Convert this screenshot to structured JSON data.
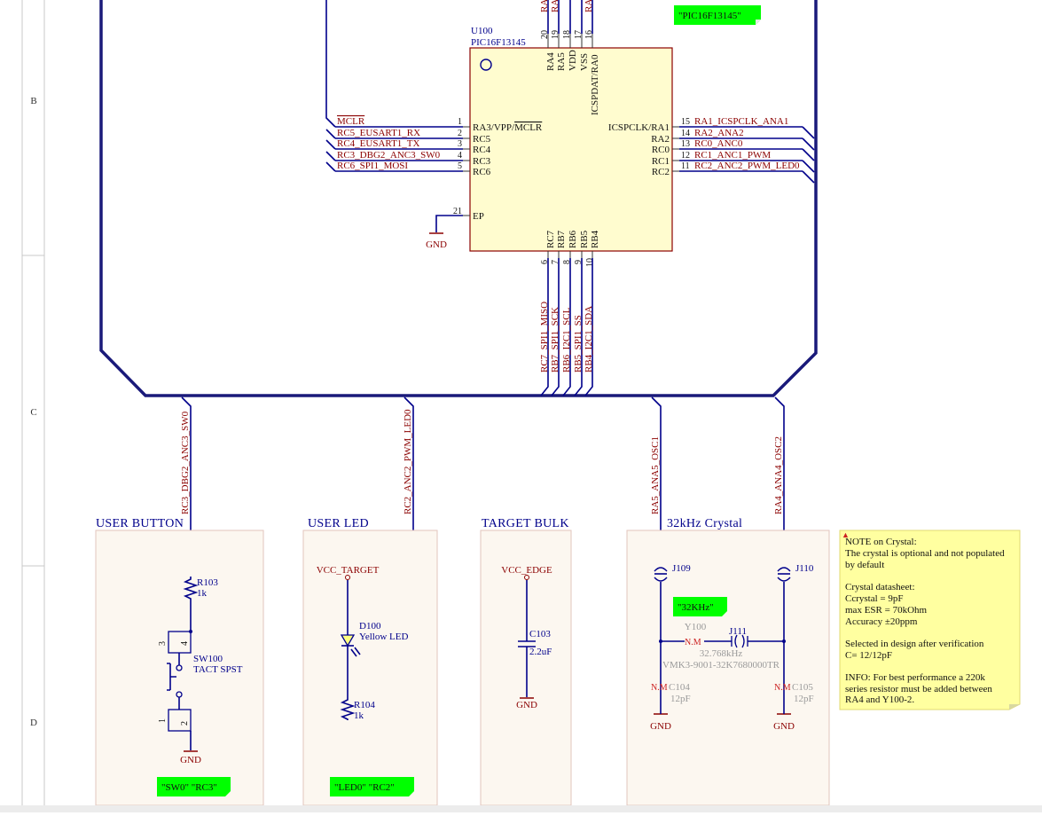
{
  "sheet": {
    "zones": [
      "B",
      "C",
      "D"
    ]
  },
  "u100": {
    "designator": "U100",
    "part": "PIC16F13145",
    "note": "\"PIC16F13145\"",
    "pins_top": [
      {
        "num": "20",
        "name": "RA4"
      },
      {
        "num": "19",
        "name": "RA5"
      },
      {
        "num": "18",
        "name": "VDD"
      },
      {
        "num": "17",
        "name": "VSS"
      },
      {
        "num": "16",
        "name": "ICSPDAT/RA0"
      }
    ],
    "top_nets_cut": [
      "RA",
      "RA",
      "RA"
    ],
    "pins_left": [
      {
        "num": "1",
        "name": "RA3/VPP/",
        "name_over": "MCLR",
        "net": "MCLR"
      },
      {
        "num": "2",
        "name": "RC5",
        "net": "RC5_EUSART1_RX"
      },
      {
        "num": "3",
        "name": "RC4",
        "net": "RC4_EUSART1_TX"
      },
      {
        "num": "4",
        "name": "RC3",
        "net": "RC3_DBG2_ANC3_SW0"
      },
      {
        "num": "5",
        "name": "RC6",
        "net": "RC6_SPI1_MOSI"
      }
    ],
    "pin_ep": {
      "num": "21",
      "name": "EP"
    },
    "pins_right": [
      {
        "num": "15",
        "name": "ICSPCLK/RA1",
        "net": "RA1_ICSPCLK_ANA1"
      },
      {
        "num": "14",
        "name": "RA2",
        "net": "RA2_ANA2"
      },
      {
        "num": "13",
        "name": "RC0",
        "net": "RC0_ANC0"
      },
      {
        "num": "12",
        "name": "RC1",
        "net": "RC1_ANC1_PWM"
      },
      {
        "num": "11",
        "name": "RC2",
        "net": "RC2_ANC2_PWM_LED0"
      }
    ],
    "pins_bottom": [
      {
        "num": "6",
        "name": "RC7",
        "net": "RC7_SPI1_MISO"
      },
      {
        "num": "7",
        "name": "RB7",
        "net": "RB7_SPI1_SCK"
      },
      {
        "num": "8",
        "name": "RB6",
        "net": "RB6_I2C1_SCL"
      },
      {
        "num": "9",
        "name": "RB5",
        "net": "RB5_SPI1_SS"
      },
      {
        "num": "10",
        "name": "RB4",
        "net": "RB4_I2C1_SDA"
      }
    ]
  },
  "gnd_label": "GND",
  "bus_exits": {
    "sw": "RC3_DBG2_ANC3_SW0",
    "led": "RC2_ANC2_PWM_LED0",
    "osc1": "RA5_ANA5_OSC1",
    "osc2": "RA4_ANA4_OSC2"
  },
  "user_button": {
    "title": "USER BUTTON",
    "r_des": "R103",
    "r_val": "1k",
    "sw_des": "SW100",
    "sw_val": "TACT SPST",
    "pin3": "3",
    "pin4": "4",
    "pin1": "1",
    "pin2": "2",
    "note": "\"SW0\" \"RC3\""
  },
  "user_led": {
    "title": "USER LED",
    "power": "VCC_TARGET",
    "d_des": "D100",
    "d_val": "Yellow LED",
    "r_des": "R104",
    "r_val": "1k",
    "note": "\"LED0\" \"RC2\""
  },
  "target_bulk": {
    "title": "TARGET BULK",
    "power": "VCC_EDGE",
    "c_des": "C103",
    "c_val": "2.2uF"
  },
  "crystal": {
    "title": "32kHz Crystal",
    "j109": "J109",
    "j110": "J110",
    "j111": "J111",
    "note": "\"32KHz\"",
    "nm": "N.M",
    "y_des": "Y100",
    "y_val": "32.768kHz",
    "y_part": "VMK3-9001-32K7680000TR",
    "c104_des": "C104",
    "c104_val": "12pF",
    "c105_des": "C105",
    "c105_val": "12pF"
  },
  "crystal_note": {
    "lines": [
      "NOTE on Crystal:",
      "The crystal is optional and not populated",
      "by default",
      "",
      "Crystal datasheet:",
      "Ccrystal = 9pF",
      "max ESR = 70kOhm",
      "Accuracy ±20ppm",
      "",
      "Selected in design after verification",
      "C= 12/12pF",
      "",
      "INFO: For best performance a 220k",
      "series resistor must be added between",
      "RA4 and Y100-2."
    ]
  },
  "colors": {
    "wire": "#00008b",
    "net_label": "#8b0000",
    "ic_fill": "#fffccf",
    "block_fill": "#fcf7f0",
    "note_green": "#00ff00",
    "note_yellow": "#ffffa0"
  }
}
